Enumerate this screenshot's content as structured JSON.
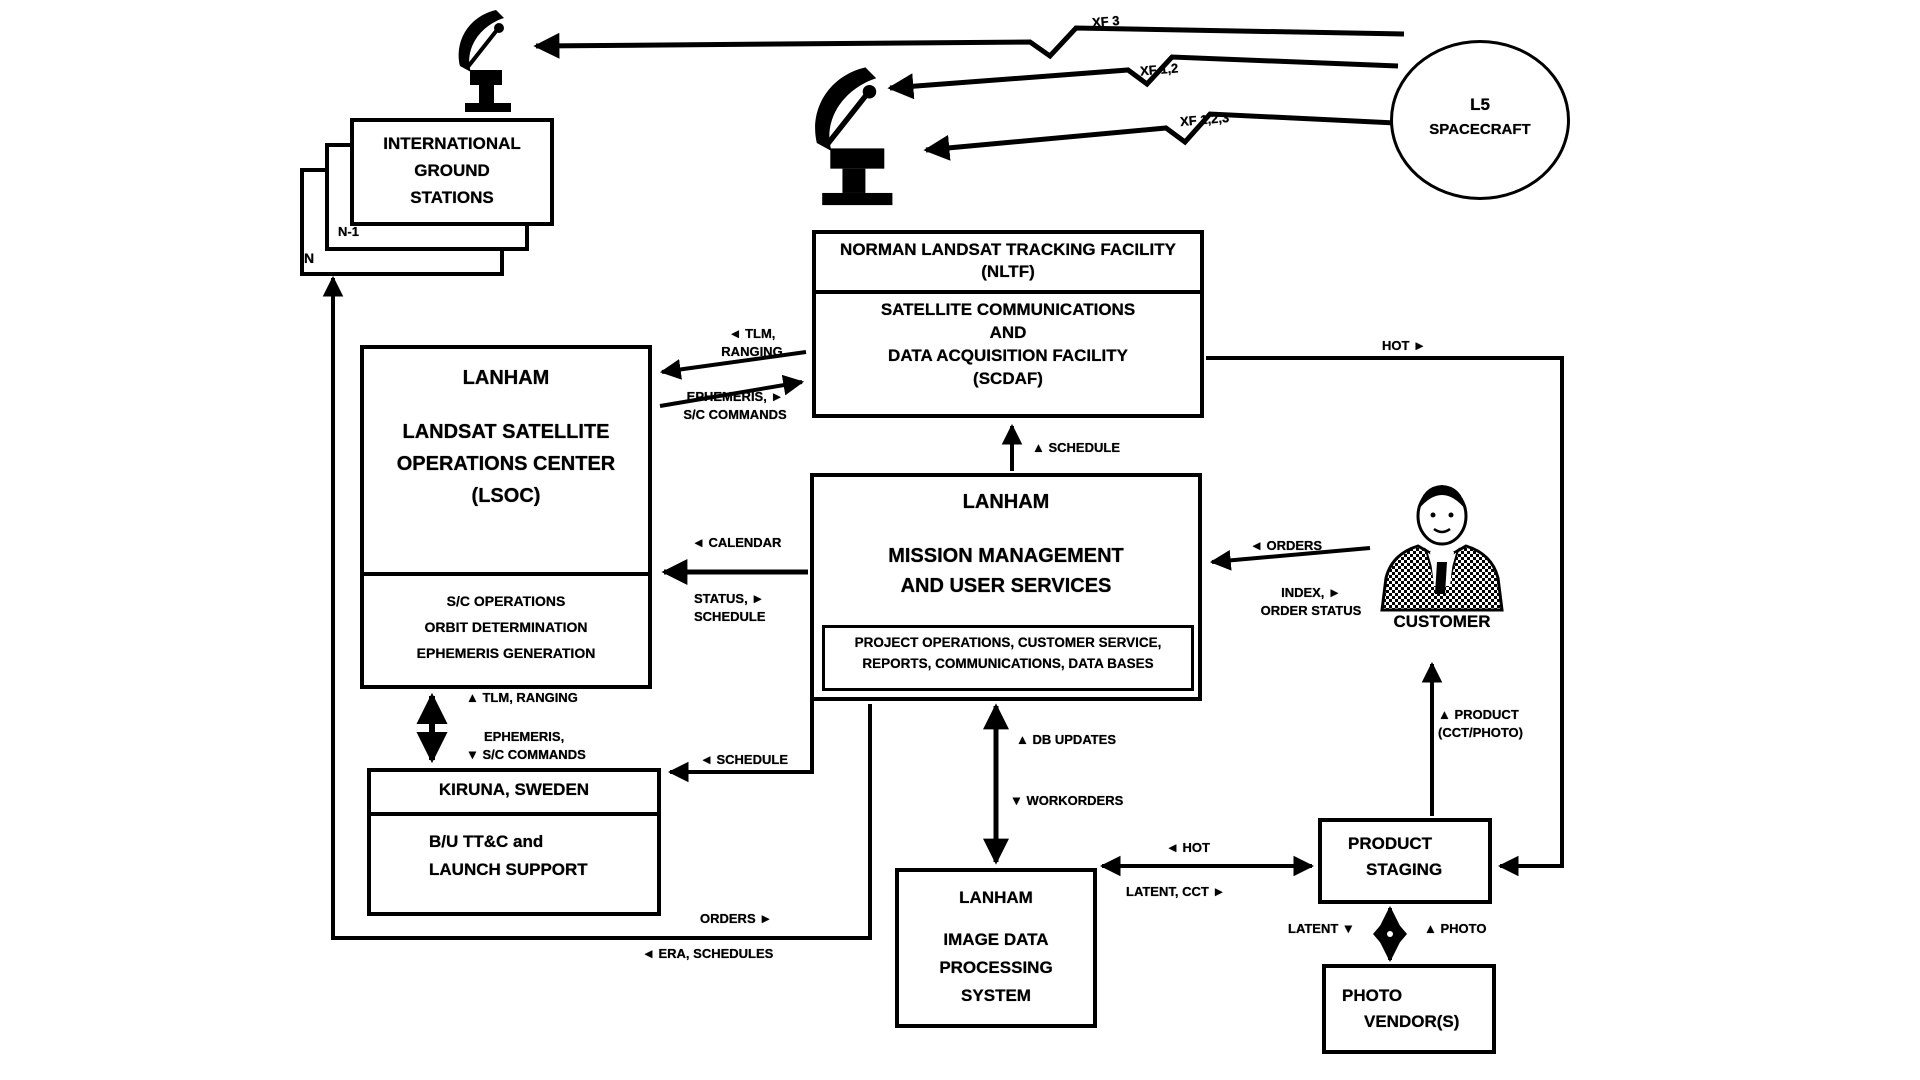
{
  "palette": {
    "ink": "#000000",
    "paper": "#ffffff"
  },
  "spacecraft": {
    "line1": "L5",
    "line2": "SPACECRAFT"
  },
  "rf_links": {
    "top": "XF 3",
    "mid": "XF 1,2",
    "bot": "XF 1,2,3"
  },
  "intl_ground_stations": {
    "lines": [
      "INTERNATIONAL",
      "GROUND",
      "STATIONS"
    ],
    "stack_labels": {
      "n_minus_1": "N-1",
      "n": "N"
    }
  },
  "nltf": {
    "header": [
      "NORMAN LANDSAT TRACKING FACILITY",
      "(NLTF)"
    ],
    "body": [
      "SATELLITE COMMUNICATIONS",
      "AND",
      "DATA ACQUISITION FACILITY",
      "(SCDAF)"
    ]
  },
  "lsoc": {
    "site": "LANHAM",
    "title": [
      "LANDSAT SATELLITE",
      "OPERATIONS CENTER",
      "(LSOC)"
    ],
    "functions": [
      "S/C OPERATIONS",
      "ORBIT DETERMINATION",
      "EPHEMERIS GENERATION"
    ]
  },
  "mmus": {
    "site": "LANHAM",
    "title": [
      "MISSION MANAGEMENT",
      "AND USER SERVICES"
    ],
    "functions": [
      "PROJECT OPERATIONS, CUSTOMER SERVICE,",
      "REPORTS, COMMUNICATIONS, DATA BASES"
    ]
  },
  "kiruna": {
    "header": "KIRUNA, SWEDEN",
    "body": [
      "B/U TT&C and",
      "LAUNCH SUPPORT"
    ]
  },
  "idps": {
    "site": "LANHAM",
    "title": [
      "IMAGE DATA",
      "PROCESSING",
      "SYSTEM"
    ]
  },
  "product_staging": {
    "lines": [
      "PRODUCT",
      "STAGING"
    ]
  },
  "photo_vendors": {
    "lines": [
      "PHOTO",
      "VENDOR(S)"
    ]
  },
  "customer": {
    "label": "CUSTOMER"
  },
  "flows": {
    "tlm_up": [
      "◄ TLM,",
      "RANGING"
    ],
    "ephemeris_down": [
      "EPHEMERIS, ►",
      "S/C COMMANDS"
    ],
    "hot_top": "HOT ►",
    "schedule_up": "▲ SCHEDULE",
    "calendar": "◄ CALENDAR",
    "status_schedule": [
      "STATUS, ►",
      "SCHEDULE"
    ],
    "orders": "◄ ORDERS",
    "index_order_status": [
      "INDEX, ►",
      "ORDER STATUS"
    ],
    "tlm_ranging_kiruna": "▲ TLM, RANGING",
    "ephemeris_kiruna": [
      "EPHEMERIS,",
      "▼ S/C COMMANDS"
    ],
    "schedule_kiruna": "◄ SCHEDULE",
    "db_updates": "▲ DB UPDATES",
    "workorders": "▼ WORKORDERS",
    "hot_idps": "◄ HOT",
    "latent_cct": "LATENT, CCT ►",
    "product": [
      "▲ PRODUCT",
      "(CCT/PHOTO)"
    ],
    "latent": "LATENT ▼",
    "photo": "▲ PHOTO",
    "orders_bottom": "ORDERS ►",
    "era_schedules": "◄ ERA, SCHEDULES"
  }
}
